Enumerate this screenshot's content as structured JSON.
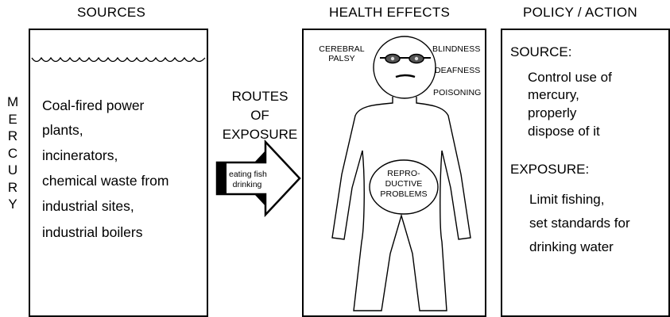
{
  "headers": {
    "sources": "SOURCES",
    "health_effects": "HEALTH EFFECTS",
    "policy": "POLICY / ACTION"
  },
  "side_label": [
    "M",
    "E",
    "R",
    "C",
    "U",
    "R",
    "Y"
  ],
  "sources": {
    "lines": [
      "Coal-fired power",
      "plants,",
      "incinerators,",
      "chemical waste from",
      "industrial sites,",
      "industrial boilers"
    ]
  },
  "routes": {
    "title_lines": [
      "ROUTES",
      "OF",
      "EXPOSURE"
    ],
    "arrow_lines": [
      "eating fish",
      "drinking"
    ]
  },
  "health_effects": {
    "cerebral_palsy": [
      "CEREBRAL",
      "PALSY"
    ],
    "blindness": "BLINDNESS",
    "deafness": "DEAFNESS",
    "poisoning": "POISONING",
    "reproductive": [
      "REPRO-",
      "DUCTIVE",
      "PROBLEMS"
    ]
  },
  "policy": {
    "source_title": "SOURCE:",
    "source_lines": [
      "Control use of",
      "mercury,",
      "properly",
      "dispose of it"
    ],
    "exposure_title": "EXPOSURE:",
    "exposure_lines": [
      "Limit fishing,",
      "set standards for",
      "drinking water"
    ]
  }
}
